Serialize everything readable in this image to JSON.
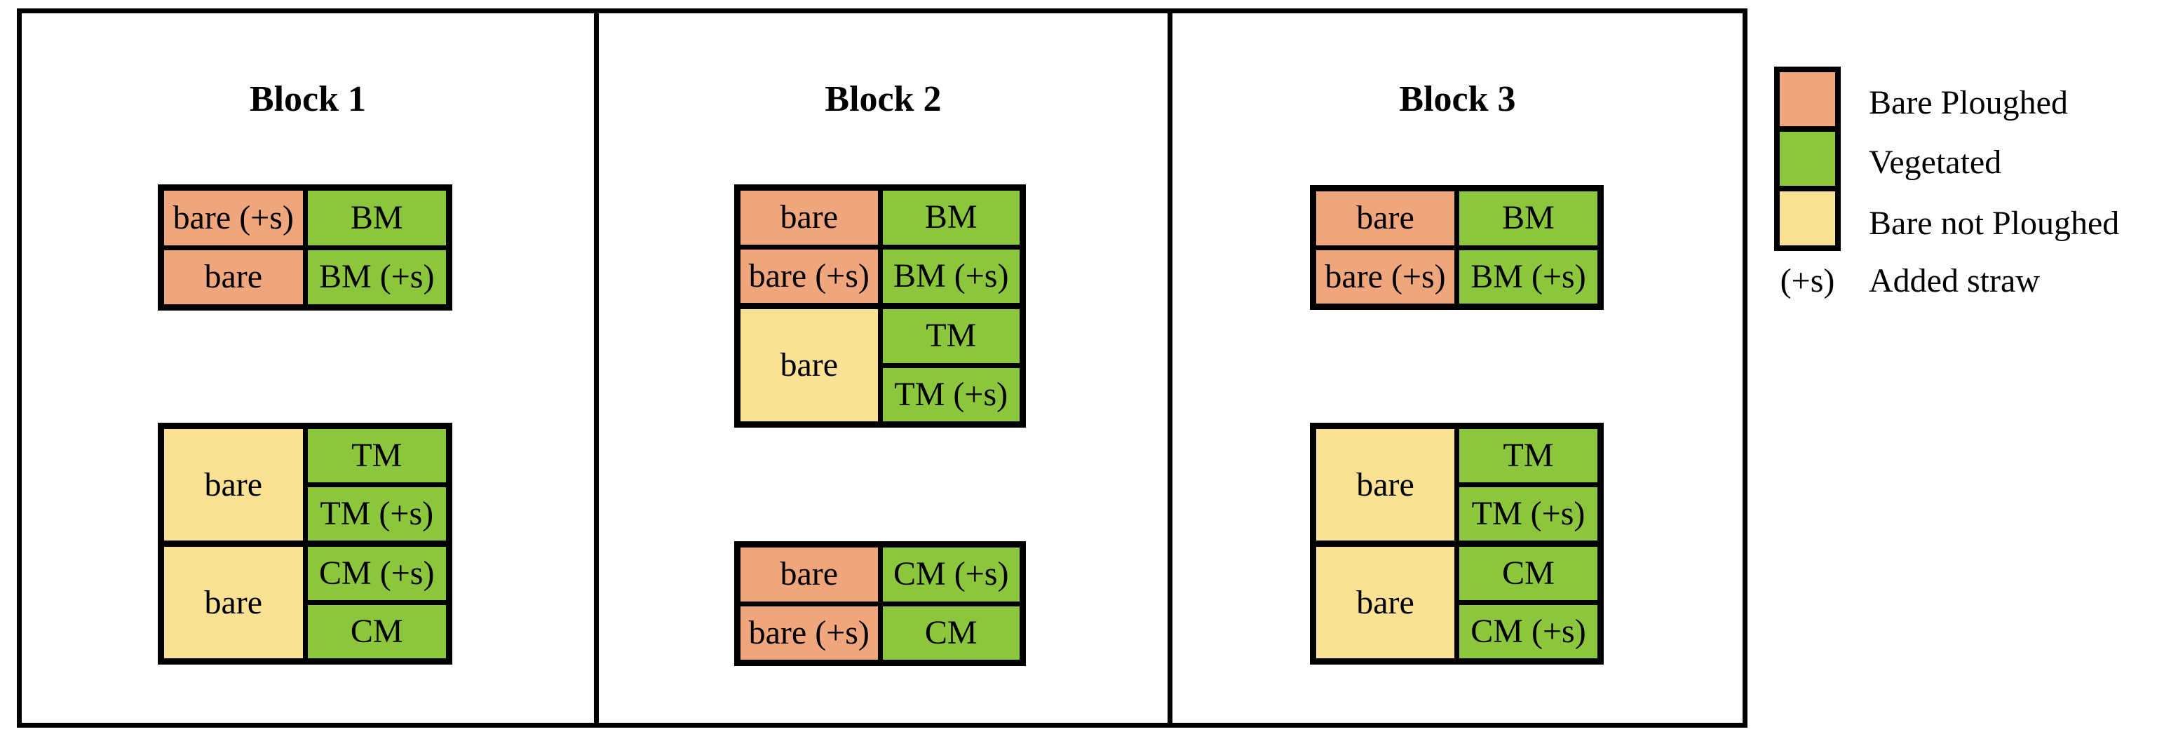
{
  "colors": {
    "bare_ploughed": "#F0A67C",
    "vegetated": "#8CC63C",
    "bare_not_ploughed": "#FAE295",
    "line": "#000000",
    "background": "#FFFFFF"
  },
  "block1": {
    "title": "Block 1",
    "upper_cells": [
      {
        "label": "bare (+s)",
        "color": "#F0A67C"
      },
      {
        "label": "BM",
        "color": "#8CC63C"
      },
      {
        "label": "bare",
        "color": "#F0A67C"
      },
      {
        "label": "BM (+s)",
        "color": "#8CC63C"
      }
    ],
    "lower_top_cells": [
      {
        "label": "bare",
        "color": "#FAE295"
      },
      {
        "label": "TM",
        "color": "#8CC63C"
      },
      {
        "label": "TM (+s)",
        "color": "#8CC63C"
      }
    ],
    "lower_bottom_cells": [
      {
        "label": "bare",
        "color": "#FAE295"
      },
      {
        "label": "CM (+s)",
        "color": "#8CC63C"
      },
      {
        "label": "CM",
        "color": "#8CC63C"
      }
    ]
  },
  "block2": {
    "title": "Block 2",
    "upper_top_cells": [
      {
        "label": "bare",
        "color": "#F0A67C"
      },
      {
        "label": "BM",
        "color": "#8CC63C"
      },
      {
        "label": "bare (+s)",
        "color": "#F0A67C"
      },
      {
        "label": "BM (+s)",
        "color": "#8CC63C"
      }
    ],
    "upper_bottom_cells": [
      {
        "label": "bare",
        "color": "#FAE295"
      },
      {
        "label": "TM",
        "color": "#8CC63C"
      },
      {
        "label": "TM (+s)",
        "color": "#8CC63C"
      }
    ],
    "lower_cells": [
      {
        "label": "bare",
        "color": "#F0A67C"
      },
      {
        "label": "CM (+s)",
        "color": "#8CC63C"
      },
      {
        "label": "bare (+s)",
        "color": "#F0A67C"
      },
      {
        "label": "CM",
        "color": "#8CC63C"
      }
    ]
  },
  "block3": {
    "title": "Block 3",
    "upper_cells": [
      {
        "label": "bare",
        "color": "#F0A67C"
      },
      {
        "label": "BM",
        "color": "#8CC63C"
      },
      {
        "label": "bare (+s)",
        "color": "#F0A67C"
      },
      {
        "label": "BM (+s)",
        "color": "#8CC63C"
      }
    ],
    "lower_top_cells": [
      {
        "label": "bare",
        "color": "#FAE295"
      },
      {
        "label": "TM",
        "color": "#8CC63C"
      },
      {
        "label": "TM (+s)",
        "color": "#8CC63C"
      }
    ],
    "lower_bottom_cells": [
      {
        "label": "bare",
        "color": "#FAE295"
      },
      {
        "label": "CM",
        "color": "#8CC63C"
      },
      {
        "label": "CM (+s)",
        "color": "#8CC63C"
      }
    ]
  },
  "legend": {
    "swatches": [
      {
        "label": "Bare Ploughed",
        "color": "#F0A67C"
      },
      {
        "label": "Vegetated",
        "color": "#8CC63C"
      },
      {
        "label": "Bare not Ploughed",
        "color": "#FAE295"
      }
    ],
    "straw_symbol": "(+s)",
    "straw_label": "Added straw"
  }
}
